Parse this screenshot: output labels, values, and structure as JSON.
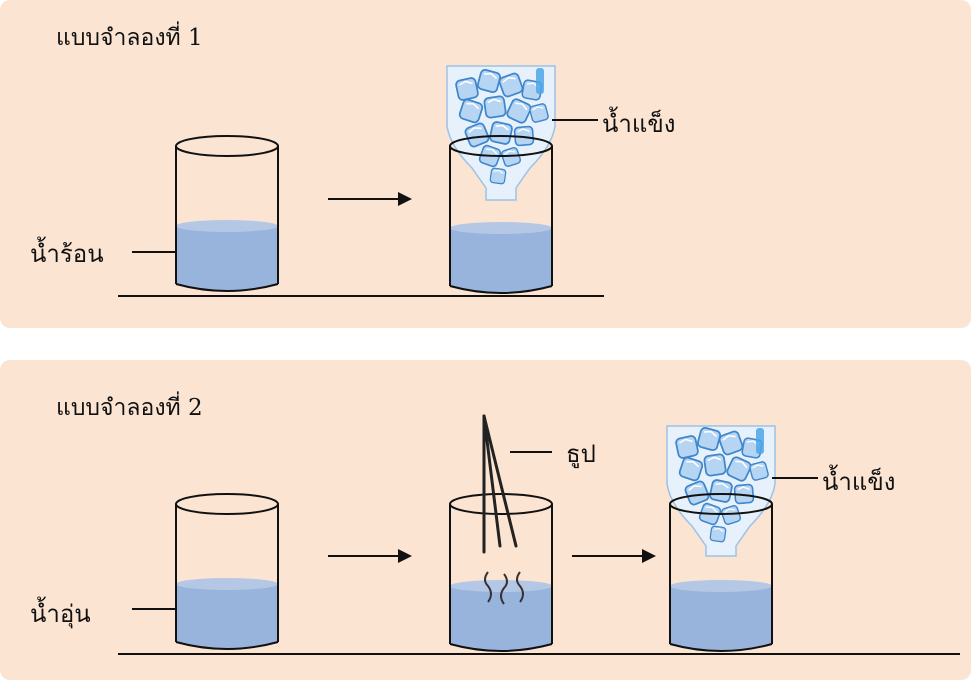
{
  "model1": {
    "title": "แบบจำลองที่ 1",
    "hot_water_label": "น้ำร้อน",
    "ice_label": "น้ำแข็ง"
  },
  "model2": {
    "title": "แบบจำลองที่ 2",
    "warm_water_label": "น้ำอุ่น",
    "incense_label": "ธูป",
    "ice_label": "น้ำแข็ง"
  },
  "colors": {
    "panel_bg": "#fbe4d2",
    "water": "#98b4dc",
    "ice": "#a9cdf0",
    "ice_edge": "#4d8fd0",
    "outline": "#111111"
  }
}
